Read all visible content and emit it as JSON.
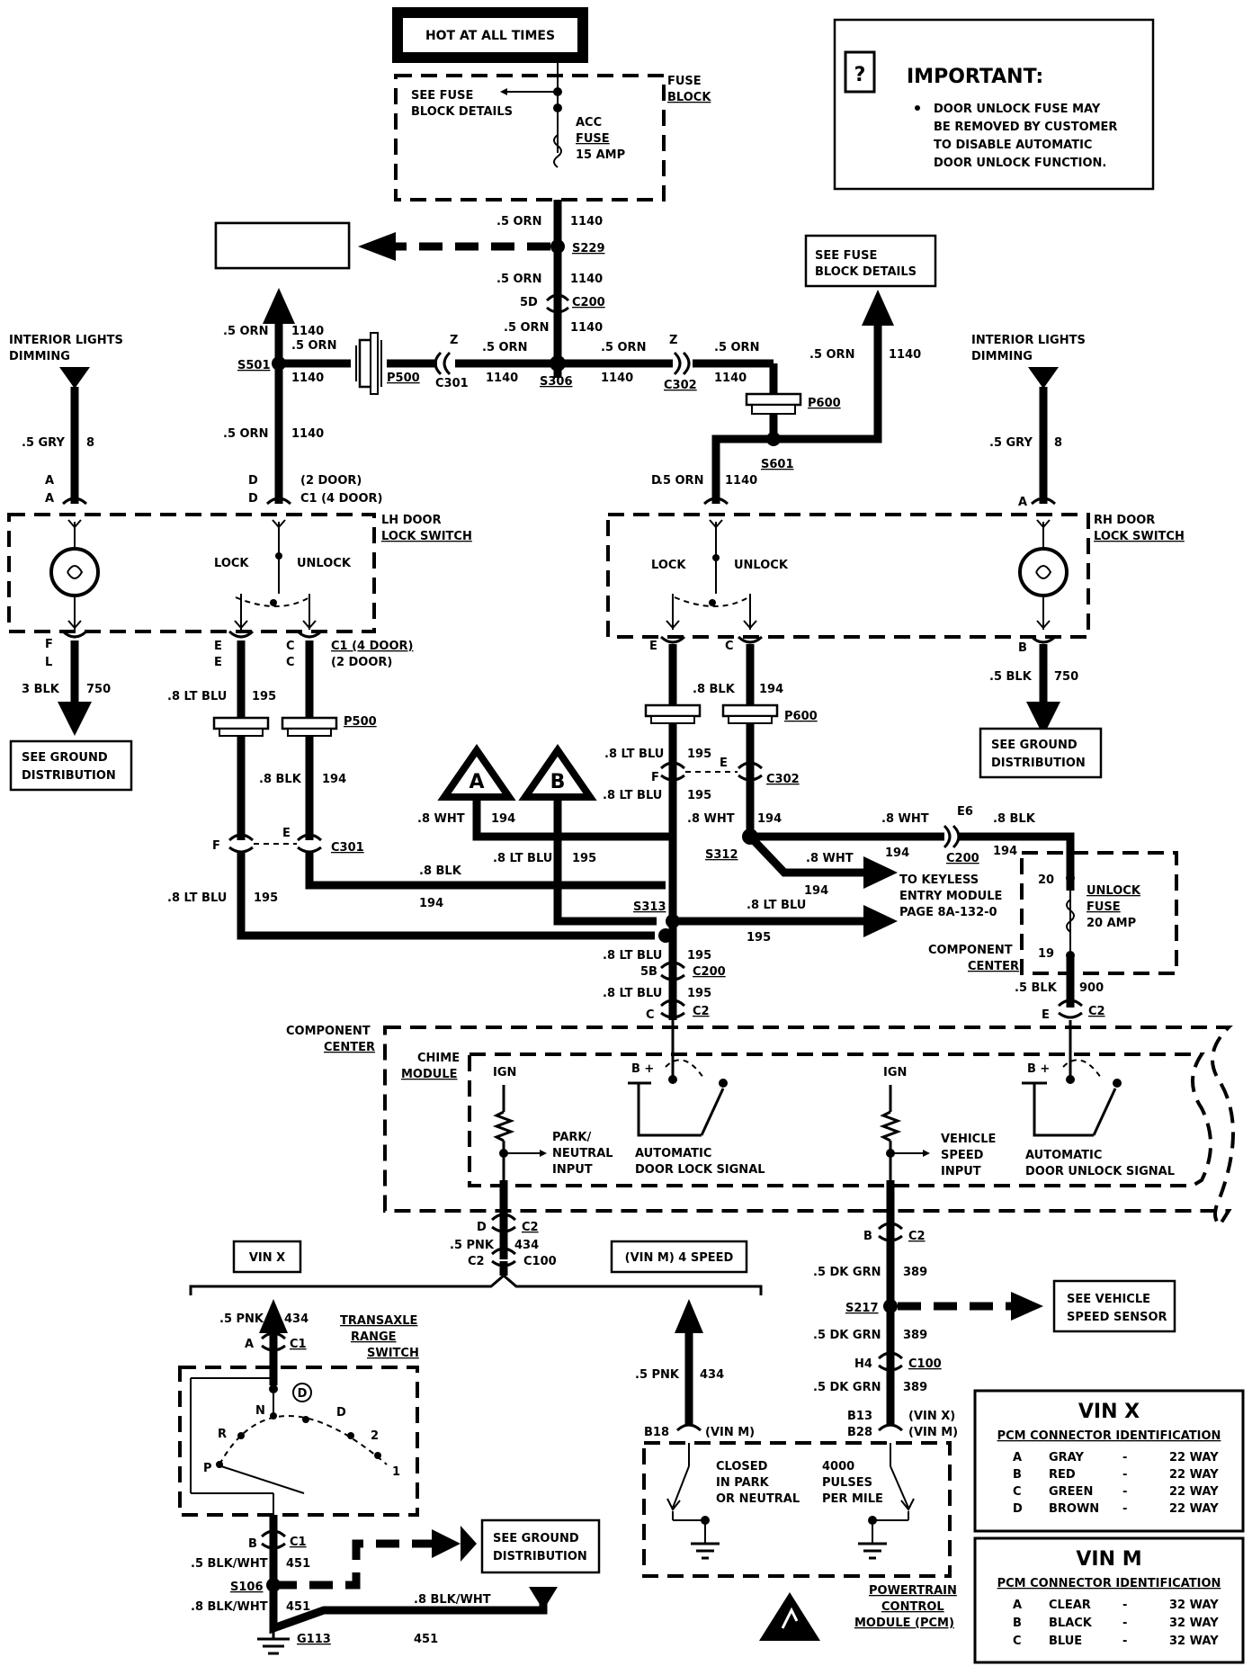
{
  "power": {
    "hot_at_all_times": "HOT AT ALL TIMES",
    "fuse_block": "FUSE BLOCK",
    "see_fuse_block_details": "SEE FUSE BLOCK DETAILS",
    "acc_fuse": [
      "ACC",
      "FUSE",
      "15 AMP"
    ]
  },
  "important": {
    "title": "IMPORTANT:",
    "note": [
      "DOOR UNLOCK FUSE MAY",
      "BE REMOVED BY CUSTOMER",
      "TO DISABLE AUTOMATIC",
      "DOOR UNLOCK FUNCTION."
    ]
  },
  "wires": {
    "orn": ".5 ORN",
    "c1140": "1140",
    "gry": ".5 GRY",
    "c8": "8",
    "blk3": "3 BLK",
    "c750": "750",
    "blk5": ".5 BLK",
    "ltblu": ".8 LT BLU",
    "c195": "195",
    "blk8": ".8 BLK",
    "c194": "194",
    "wht": ".8 WHT",
    "pnk": ".5 PNK",
    "c434": "434",
    "dkgrn": ".5 DK GRN",
    "c389": "389",
    "blkwht5": ".5 BLK/WHT",
    "blkwht8": ".8 BLK/WHT",
    "c451": "451",
    "c900": "900"
  },
  "splices": {
    "s229": "S229",
    "s501": "S501",
    "s306": "S306",
    "s601": "S601",
    "s312": "S312",
    "s313": "S313",
    "s217": "S217",
    "s106": "S106",
    "g113": "G113"
  },
  "connectors": {
    "c200": "C200",
    "c301": "C301",
    "c302": "C302",
    "p500": "P500",
    "p600": "P600",
    "c1": "C1",
    "c2": "C2",
    "c100": "C100",
    "c1_4door": "C1 (4 DOOR)",
    "two_door": "(2 DOOR)",
    "d5": "5D",
    "e6": "E6",
    "b5": "5B",
    "h4": "H4",
    "b13": "B13",
    "b28": "B28",
    "b18": "B18"
  },
  "pins": {
    "A": "A",
    "B": "B",
    "C": "C",
    "D": "D",
    "E": "E",
    "F": "F",
    "L": "L",
    "p20": "20",
    "p19": "19",
    "pz": "Z"
  },
  "interior_lights": "INTERIOR LIGHTS DIMMING",
  "lh_switch": "LH DOOR LOCK SWITCH",
  "rh_switch": "RH DOOR LOCK SWITCH",
  "lock": "LOCK",
  "unlock": "UNLOCK",
  "ground_distribution": "SEE GROUND DISTRIBUTION",
  "keyless": [
    "TO KEYLESS",
    "ENTRY MODULE",
    "PAGE 8A-132-0"
  ],
  "unlock_fuse": [
    "UNLOCK",
    "FUSE",
    "20 AMP"
  ],
  "component_center": "COMPONENT CENTER",
  "chime_module": "CHIME MODULE",
  "ign": "IGN",
  "bplus": "B +",
  "park_neutral": [
    "PARK/",
    "NEUTRAL",
    "INPUT"
  ],
  "vehicle_speed_input": [
    "VEHICLE",
    "SPEED",
    "INPUT"
  ],
  "auto_lock": [
    "AUTOMATIC",
    "DOOR LOCK SIGNAL"
  ],
  "auto_unlock": [
    "AUTOMATIC",
    "DOOR UNLOCK SIGNAL"
  ],
  "vin_x": "VIN X",
  "vin_m_4speed": "(VIN M) 4 SPEED",
  "vin_x_paren": "(VIN X)",
  "vin_m_paren": "(VIN M)",
  "see_vss": [
    "SEE VEHICLE",
    "SPEED SENSOR"
  ],
  "trs": [
    "TRANSAXLE",
    "RANGE",
    "SWITCH"
  ],
  "gear": {
    "P": "P",
    "R": "R",
    "N": "N",
    "D": "D",
    "D2": "2",
    "D1": "1",
    "Dsym": "D"
  },
  "pcm_closed": [
    "CLOSED",
    "IN PARK",
    "OR NEUTRAL"
  ],
  "pcm_pulses": [
    "4000",
    "PULSES",
    "PER MILE"
  ],
  "pcm": [
    "POWERTRAIN",
    "CONTROL",
    "MODULE (PCM)"
  ],
  "vin_x_table": {
    "title": "VIN X",
    "subtitle": "PCM CONNECTOR IDENTIFICATION",
    "rows": [
      [
        "A",
        "GRAY",
        "22 WAY"
      ],
      [
        "B",
        "RED",
        "22 WAY"
      ],
      [
        "C",
        "GREEN",
        "22 WAY"
      ],
      [
        "D",
        "BROWN",
        "22 WAY"
      ]
    ]
  },
  "vin_m_table": {
    "title": "VIN M",
    "subtitle": "PCM CONNECTOR IDENTIFICATION",
    "rows": [
      [
        "A",
        "CLEAR",
        "32 WAY"
      ],
      [
        "B",
        "BLACK",
        "32 WAY"
      ],
      [
        "C",
        "BLUE",
        "32 WAY"
      ]
    ]
  }
}
